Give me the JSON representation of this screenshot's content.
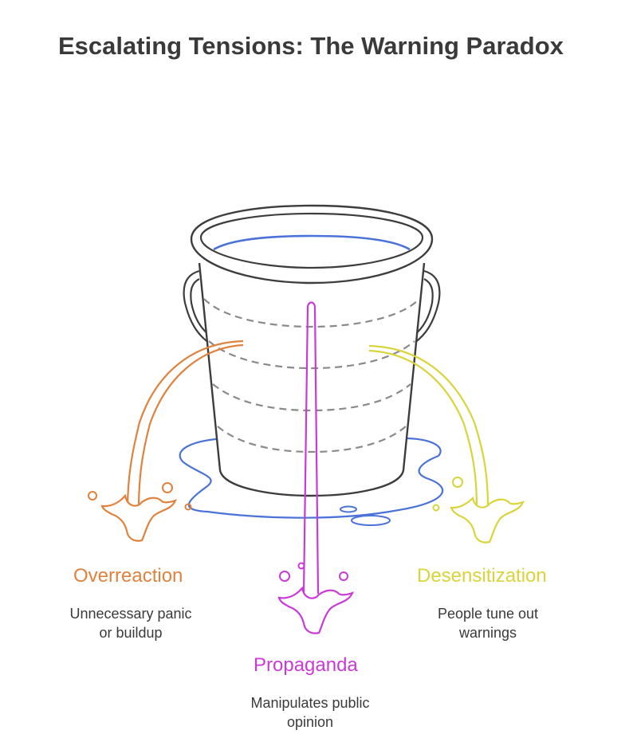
{
  "title": "Escalating Tensions: The Warning Paradox",
  "items": [
    {
      "label": "Overreaction",
      "description_line1": "Unnecessary panic",
      "description_line2": "or buildup",
      "color": "#e0823d"
    },
    {
      "label": "Propaganda",
      "description_line1": "Manipulates public",
      "description_line2": "opinion",
      "color": "#c93ad6"
    },
    {
      "label": "Desensitization",
      "description_line1": "People tune out",
      "description_line2": "warnings",
      "color": "#d9d43a"
    }
  ],
  "colors": {
    "bucket_outline": "#3d3d3d",
    "water": "#4a72d8",
    "dashes": "#8a8a8a"
  }
}
